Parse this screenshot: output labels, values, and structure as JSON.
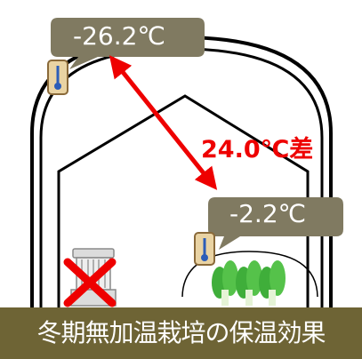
{
  "outside": {
    "temperature": "-26.2℃"
  },
  "inside": {
    "temperature": "-2.2℃"
  },
  "difference": {
    "label": "24.0℃差"
  },
  "caption": {
    "text": "冬期無加温栽培の保温効果"
  },
  "colors": {
    "callout_bg": "#807a61",
    "ground": "#6e6435",
    "arrow": "#ee0000",
    "cross": "#ee0000",
    "outline": "#000000"
  },
  "icons": [
    "thermometer-icon",
    "heater-icon",
    "cross-mark-icon",
    "vegetable-icon"
  ]
}
